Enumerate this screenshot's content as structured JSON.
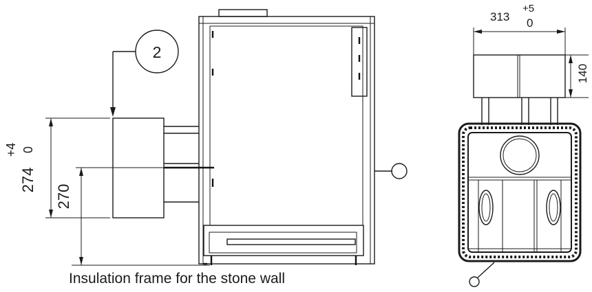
{
  "callout": {
    "number": "2"
  },
  "side_view": {
    "dim_flue_height": "274",
    "dim_flue_tol_upper": "+4",
    "dim_flue_tol_lower": "0",
    "dim_frame_height": "270"
  },
  "top_view": {
    "dim_width": "313",
    "dim_width_tol_upper": "+5",
    "dim_width_tol_lower": "0",
    "dim_depth": "140"
  },
  "caption": "Insulation frame for the stone wall"
}
